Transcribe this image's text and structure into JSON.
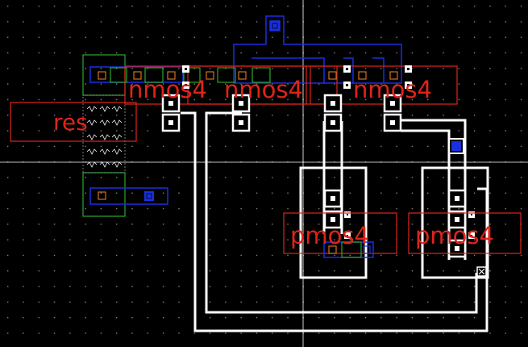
{
  "window": {
    "title": ""
  },
  "labels": {
    "res": "res",
    "nmos_a": "nmos4",
    "nmos_b": "nmos4",
    "nmos_c": "nmos4",
    "pmos_a": "pmos4",
    "pmos_b": "pmos4"
  },
  "colors": {
    "background": "#000000",
    "grid_dot": "#9a9a9a",
    "cursor_line": "#ffffff",
    "device_outline": "#e0241a",
    "well_outline": "#1a2fe0",
    "diffusion_green": "#2aa82a",
    "metal_white": "#ffffff",
    "contact_orange": "#d07020"
  },
  "icons": {
    "via": "square-contact-icon",
    "resistor_zigzag": "zigzag-icon",
    "marker": "cross-box-icon"
  }
}
